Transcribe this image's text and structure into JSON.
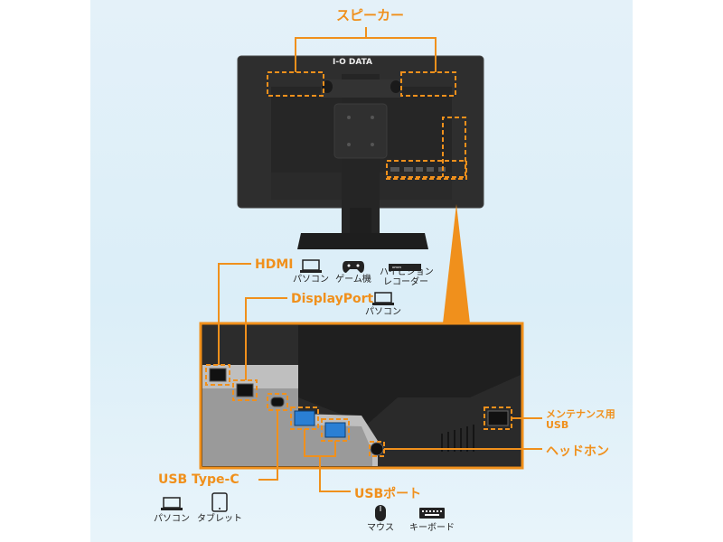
{
  "labels": {
    "speaker": "スピーカー",
    "hdmi": "HDMI",
    "displayport": "DisplayPort",
    "usb_typec": "USB Type-C",
    "usb_port": "USBポート",
    "maintenance_usb_line1": "メンテナンス用",
    "maintenance_usb_line2": "USB",
    "headphone": "ヘッドホン"
  },
  "brand": "I-O DATA",
  "hdmi_devices": [
    {
      "icon": "laptop-icon",
      "label": "パソコン"
    },
    {
      "icon": "gamepad-icon",
      "label": "ゲーム機"
    },
    {
      "icon": "recorder-icon",
      "label_line1": "ハイビジョン",
      "label_line2": "レコーダー"
    }
  ],
  "displayport_devices": [
    {
      "icon": "laptop-icon",
      "label": "パソコン"
    }
  ],
  "typec_devices": [
    {
      "icon": "laptop-icon",
      "label": "パソコン"
    },
    {
      "icon": "tablet-icon",
      "label": "タブレット"
    }
  ],
  "usb_devices": [
    {
      "icon": "mouse-icon",
      "label": "マウス"
    },
    {
      "icon": "keyboard-icon",
      "label": "キーボード"
    }
  ],
  "colors": {
    "accent": "#f0901c",
    "usb_blue": "#2a7fd4",
    "monitor": "#2b2b2b"
  }
}
